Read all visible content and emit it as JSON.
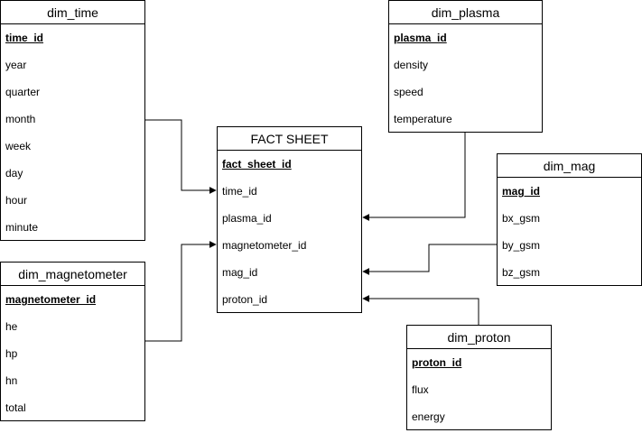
{
  "entities": {
    "dim_time": {
      "title": "dim_time",
      "fields": [
        "time_id",
        "year",
        "quarter",
        "month",
        "week",
        "day",
        "hour",
        "minute"
      ]
    },
    "fact_sheet": {
      "title": "FACT SHEET",
      "fields": [
        "fact_sheet_id",
        "time_id",
        "plasma_id",
        "magnetometer_id",
        "mag_id",
        "proton_id"
      ]
    },
    "dim_plasma": {
      "title": "dim_plasma",
      "fields": [
        "plasma_id",
        "density",
        "speed",
        "temperature"
      ]
    },
    "dim_mag": {
      "title": "dim_mag",
      "fields": [
        "mag_id",
        "bx_gsm",
        "by_gsm",
        "bz_gsm"
      ]
    },
    "dim_magnetometer": {
      "title": "dim_magnetometer",
      "fields": [
        "magnetometer_id",
        "he",
        "hp",
        "hn",
        "total"
      ]
    },
    "dim_proton": {
      "title": "dim_proton",
      "fields": [
        "proton_id",
        "flux",
        "energy"
      ]
    }
  },
  "colors": {
    "line": "#000000",
    "border": "#000000",
    "background": "#ffffff"
  }
}
